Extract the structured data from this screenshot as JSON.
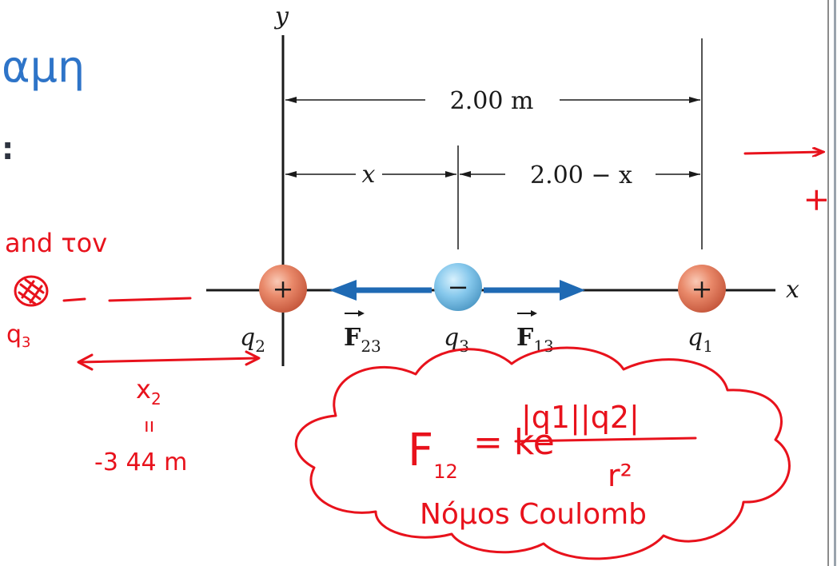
{
  "slide": {
    "title_fragment": "αμη",
    "colon": ":"
  },
  "diagram": {
    "y_axis_label": "y",
    "x_axis_label": "x",
    "total_distance_label": "2.00 m",
    "left_distance_label": "x",
    "right_distance_label": "2.00 − x",
    "charges": [
      {
        "name": "q2",
        "sign": "+",
        "label": "q",
        "sub": "2"
      },
      {
        "name": "q3",
        "sign": "−",
        "label": "q",
        "sub": "3"
      },
      {
        "name": "q1",
        "sign": "+",
        "label": "q",
        "sub": "1"
      }
    ],
    "forces": [
      {
        "name": "F23",
        "label": "F",
        "sub": "23"
      },
      {
        "name": "F13",
        "label": "F",
        "sub": "13"
      }
    ],
    "colors": {
      "positive_charge": "#e07a5c",
      "negative_charge": "#7cc3ea",
      "force_arrow": "#1f6ab4",
      "axis": "#1a1a1a",
      "annotation_red": "#e8121c"
    }
  },
  "annotations": {
    "and_tov": "and τov",
    "q3_label": "q",
    "q3_sub": "3",
    "x2_label": "x",
    "x2_sub": "2",
    "equals_mark": "ıı",
    "x2_value": "-3 44 m",
    "formula_lhs": "F",
    "formula_lhs_sub": "12",
    "formula_eq": "= ke",
    "formula_numerator": "|q1||q2|",
    "formula_denominator": "r²",
    "nomos_text": "Nóμos Coulomb",
    "plus_sign": "+"
  }
}
